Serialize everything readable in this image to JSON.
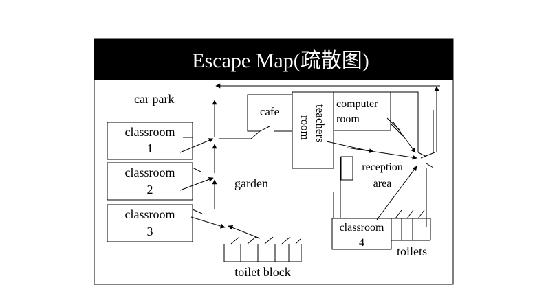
{
  "title": "Escape Map(疏散图)",
  "labels": {
    "car_park": "car park",
    "cafe": "cafe",
    "teachers": "teachers",
    "room": "room",
    "computer": "computer",
    "reception": "reception",
    "area": "area",
    "classroom": "classroom",
    "num1": "1",
    "num2": "2",
    "num3": "3",
    "num4": "4",
    "garden": "garden",
    "toilets": "toilets",
    "toilet_block": "toilet block"
  }
}
